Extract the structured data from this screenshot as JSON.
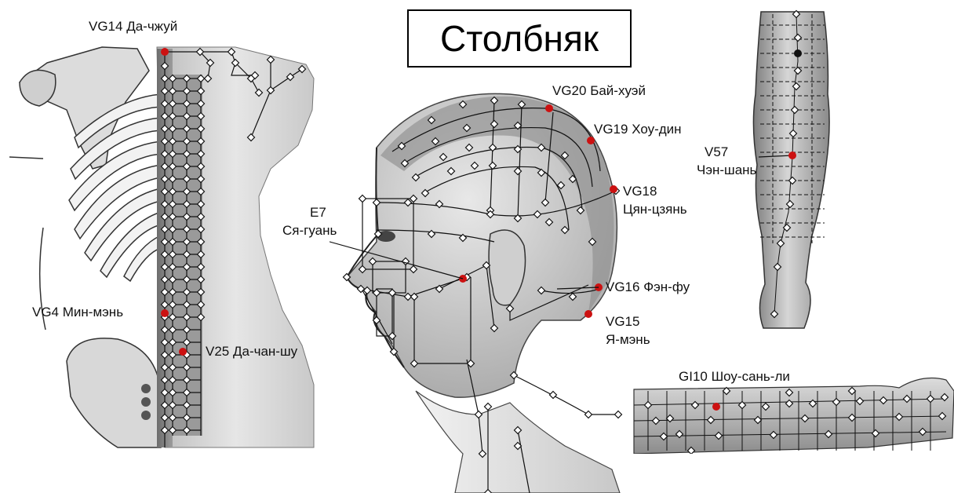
{
  "title": "Столбняк",
  "colors": {
    "active_point": "#cc1111",
    "point_fill": "#ffffff",
    "line": "#111111",
    "skin": "#d4d4d4",
    "shade": "#8a8a8a"
  },
  "points": [
    {
      "id": "VG14",
      "code": "VG14 Да-чжуй",
      "region": "back"
    },
    {
      "id": "VG4",
      "code": "VG4 Мин-мэнь",
      "region": "back"
    },
    {
      "id": "V25",
      "code": "V25 Да-чан-шу",
      "region": "back"
    },
    {
      "id": "E7",
      "code": "E7",
      "name": "Ся-гуань",
      "region": "head"
    },
    {
      "id": "VG20",
      "code": "VG20 Бай-хуэй",
      "region": "head"
    },
    {
      "id": "VG19",
      "code": "VG19 Хоу-дин",
      "region": "head"
    },
    {
      "id": "VG18",
      "code": "VG18",
      "name": "Цян-цзянь",
      "region": "head"
    },
    {
      "id": "VG16",
      "code": "VG16 Фэн-фу",
      "region": "head"
    },
    {
      "id": "VG15",
      "code": "VG15",
      "name": "Я-мэнь",
      "region": "head"
    },
    {
      "id": "V57",
      "code": "V57",
      "name": "Чэн-шань",
      "region": "leg"
    },
    {
      "id": "GI10",
      "code": "GI10 Шоу-сань-ли",
      "region": "arm"
    }
  ]
}
